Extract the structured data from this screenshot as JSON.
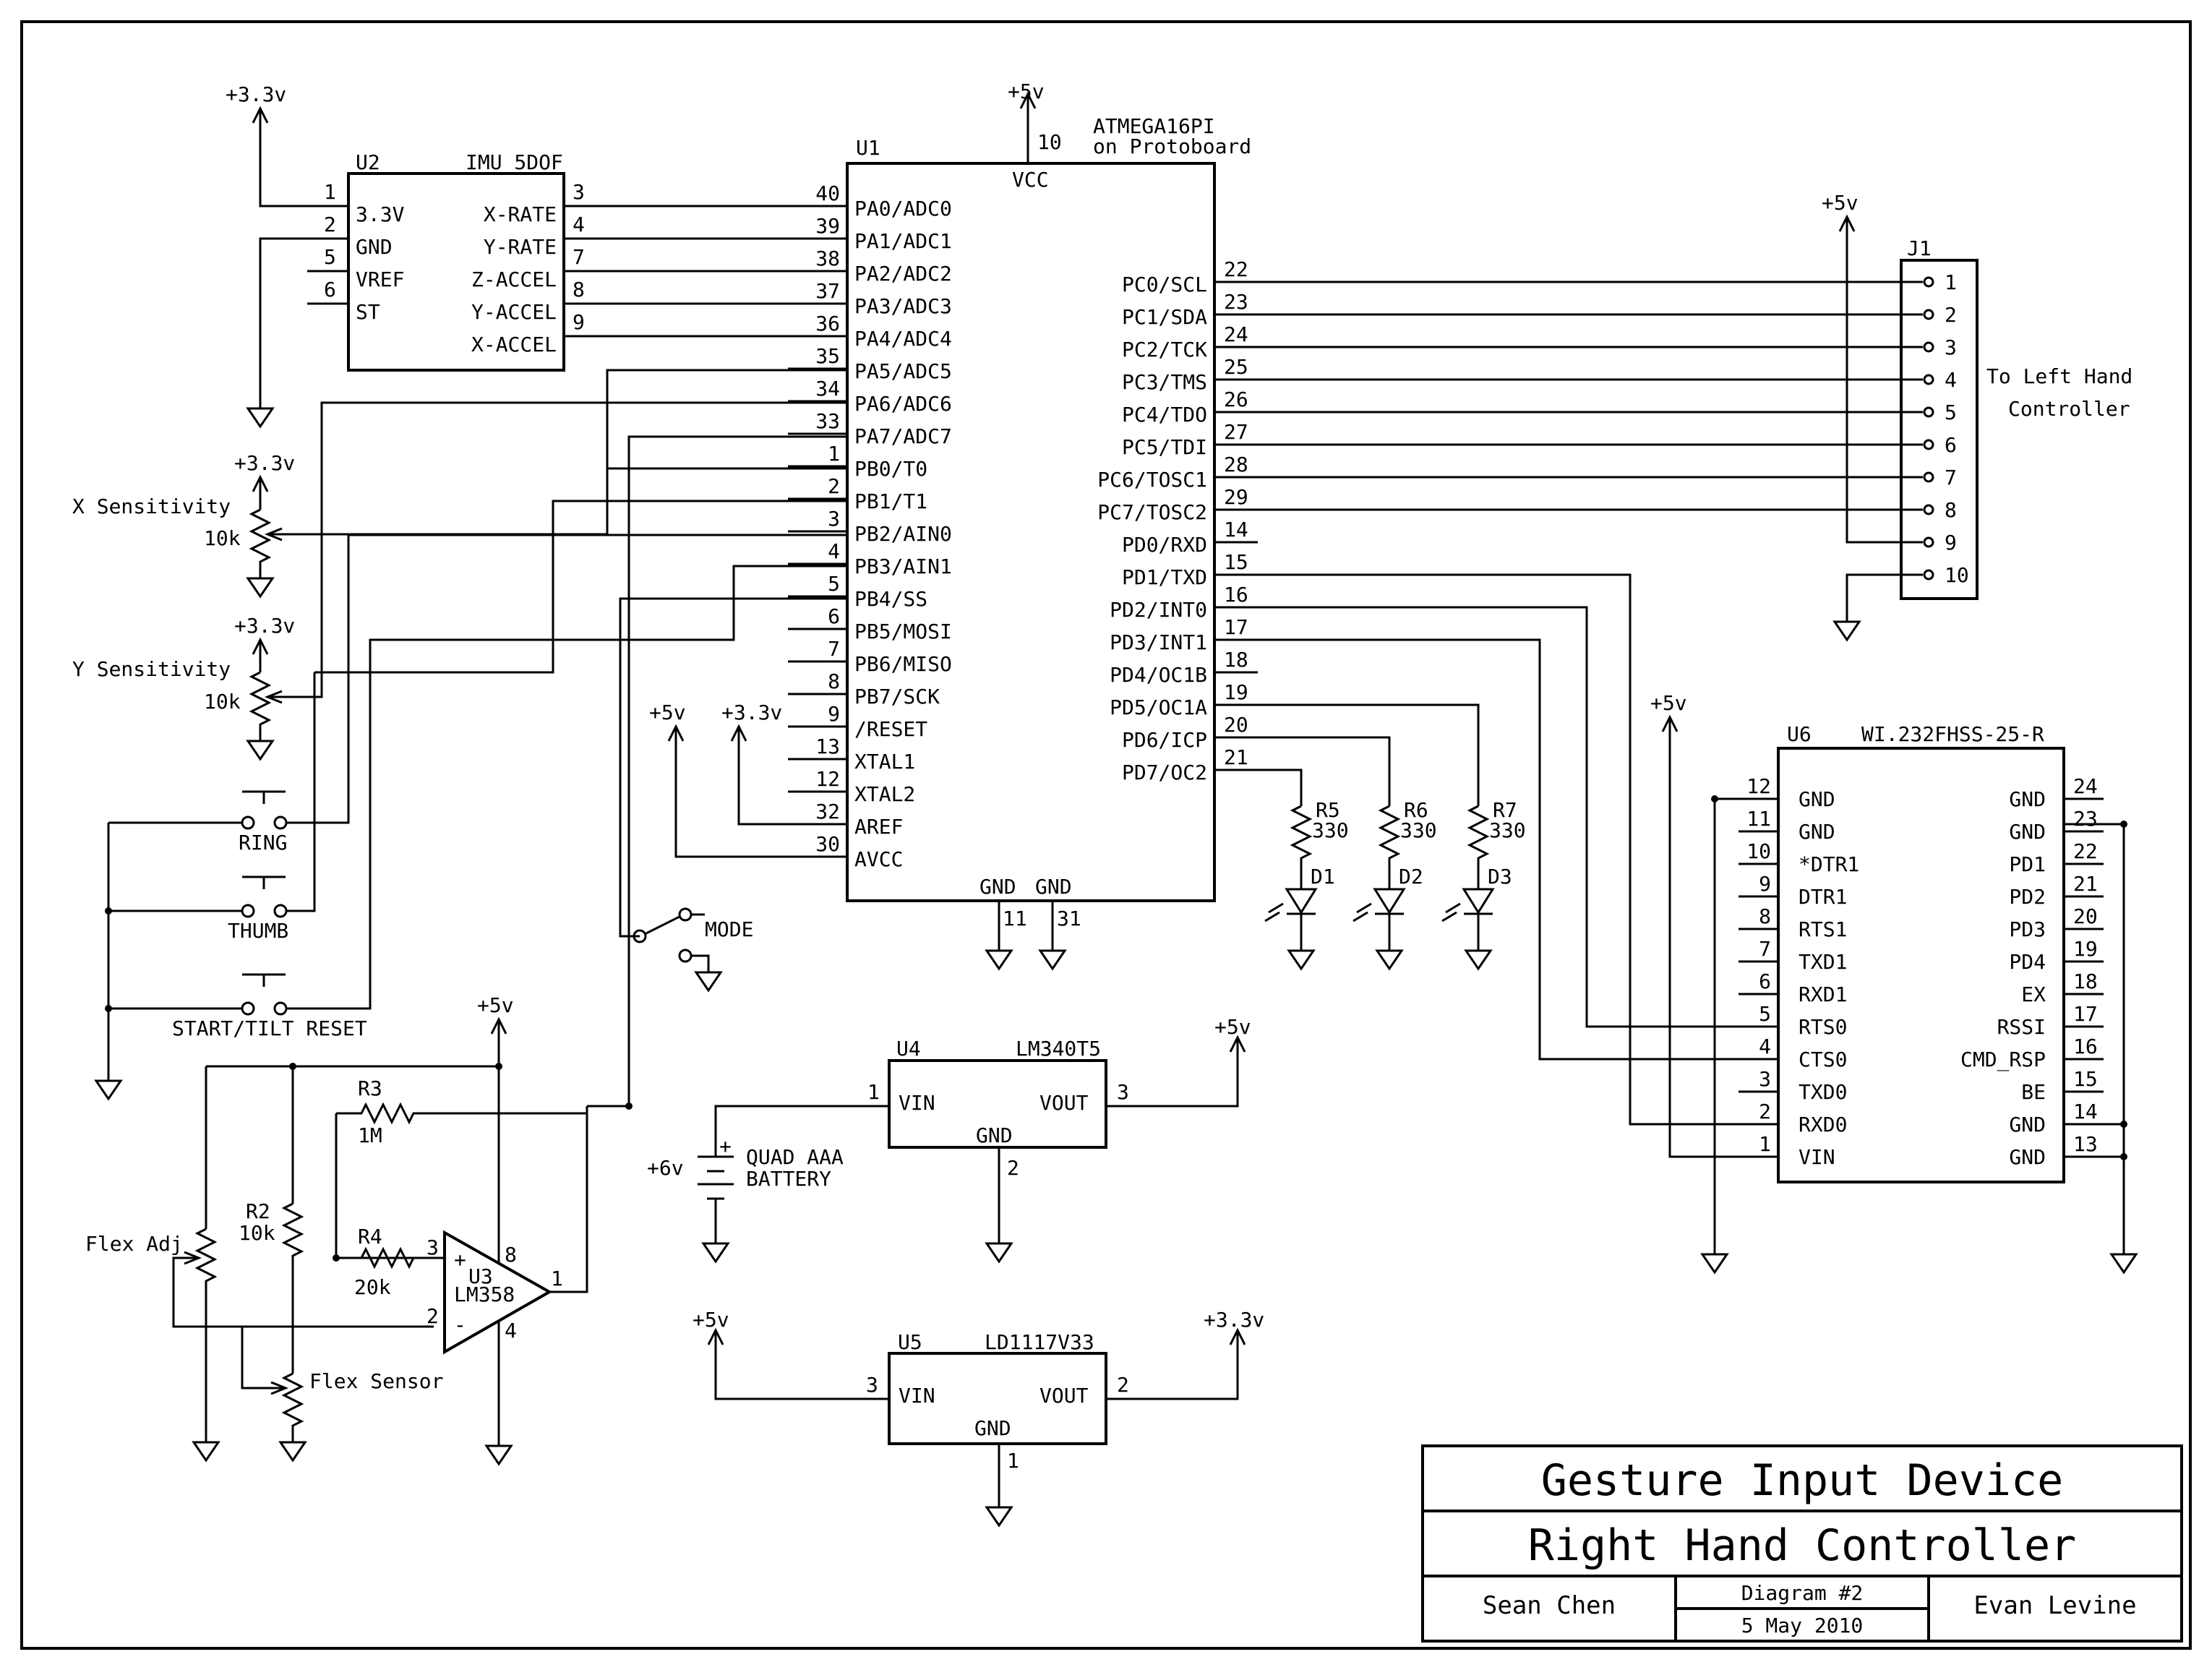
{
  "U1": {
    "ref": "U1",
    "name": "ATMEGA16PI",
    "sub": "on Protoboard",
    "vcc_label": "VCC",
    "vcc_pin": "10",
    "gnd_labels": [
      "GND",
      "GND"
    ],
    "gnd_pins": [
      "11",
      "31"
    ],
    "left_pins": [
      {
        "name": "PA0/ADC0",
        "num": "40"
      },
      {
        "name": "PA1/ADC1",
        "num": "39"
      },
      {
        "name": "PA2/ADC2",
        "num": "38"
      },
      {
        "name": "PA3/ADC3",
        "num": "37"
      },
      {
        "name": "PA4/ADC4",
        "num": "36"
      },
      {
        "name": "PA5/ADC5",
        "num": "35"
      },
      {
        "name": "PA6/ADC6",
        "num": "34"
      },
      {
        "name": "PA7/ADC7",
        "num": "33"
      },
      {
        "name": "PB0/T0",
        "num": "1"
      },
      {
        "name": "PB1/T1",
        "num": "2"
      },
      {
        "name": "PB2/AIN0",
        "num": "3"
      },
      {
        "name": "PB3/AIN1",
        "num": "4"
      },
      {
        "name": "PB4/SS",
        "num": "5"
      },
      {
        "name": "PB5/MOSI",
        "num": "6"
      },
      {
        "name": "PB6/MISO",
        "num": "7"
      },
      {
        "name": "PB7/SCK",
        "num": "8"
      },
      {
        "name": "/RESET",
        "num": "9"
      },
      {
        "name": "XTAL1",
        "num": "13"
      },
      {
        "name": "XTAL2",
        "num": "12"
      },
      {
        "name": "AREF",
        "num": "32"
      },
      {
        "name": "AVCC",
        "num": "30"
      }
    ],
    "right_pins": [
      {
        "name": "PC0/SCL",
        "num": "22"
      },
      {
        "name": "PC1/SDA",
        "num": "23"
      },
      {
        "name": "PC2/TCK",
        "num": "24"
      },
      {
        "name": "PC3/TMS",
        "num": "25"
      },
      {
        "name": "PC4/TDO",
        "num": "26"
      },
      {
        "name": "PC5/TDI",
        "num": "27"
      },
      {
        "name": "PC6/TOSC1",
        "num": "28"
      },
      {
        "name": "PC7/TOSC2",
        "num": "29"
      },
      {
        "name": "PD0/RXD",
        "num": "14"
      },
      {
        "name": "PD1/TXD",
        "num": "15"
      },
      {
        "name": "PD2/INT0",
        "num": "16"
      },
      {
        "name": "PD3/INT1",
        "num": "17"
      },
      {
        "name": "PD4/OC1B",
        "num": "18"
      },
      {
        "name": "PD5/OC1A",
        "num": "19"
      },
      {
        "name": "PD6/ICP",
        "num": "20"
      },
      {
        "name": "PD7/OC2",
        "num": "21"
      }
    ]
  },
  "U2": {
    "ref": "U2",
    "name": "IMU 5DOF",
    "left_pins": [
      {
        "name": "3.3V",
        "num": "1"
      },
      {
        "name": "GND",
        "num": "2"
      },
      {
        "name": "VREF",
        "num": "5"
      },
      {
        "name": "ST",
        "num": "6"
      }
    ],
    "right_pins": [
      {
        "name": "X-RATE",
        "num": "3"
      },
      {
        "name": "Y-RATE",
        "num": "4"
      },
      {
        "name": "Z-ACCEL",
        "num": "7"
      },
      {
        "name": "Y-ACCEL",
        "num": "8"
      },
      {
        "name": "X-ACCEL",
        "num": "9"
      }
    ]
  },
  "J1": {
    "ref": "J1",
    "pins": [
      "1",
      "2",
      "3",
      "4",
      "5",
      "6",
      "7",
      "8",
      "9",
      "10"
    ],
    "note_line1": "To Left Hand",
    "note_line2": "Controller"
  },
  "U6": {
    "ref": "U6",
    "name": "WI.232FHSS-25-R",
    "left_pins": [
      {
        "name": "GND",
        "num": "12"
      },
      {
        "name": "GND",
        "num": "11"
      },
      {
        "name": "*DTR1",
        "num": "10"
      },
      {
        "name": "DTR1",
        "num": "9"
      },
      {
        "name": "RTS1",
        "num": "8"
      },
      {
        "name": "TXD1",
        "num": "7"
      },
      {
        "name": "RXD1",
        "num": "6"
      },
      {
        "name": "RTS0",
        "num": "5"
      },
      {
        "name": "CTS0",
        "num": "4"
      },
      {
        "name": "TXD0",
        "num": "3"
      },
      {
        "name": "RXD0",
        "num": "2"
      },
      {
        "name": "VIN",
        "num": "1"
      }
    ],
    "right_pins": [
      {
        "name": "GND",
        "num": "24"
      },
      {
        "name": "GND",
        "num": "23"
      },
      {
        "name": "PD1",
        "num": "22"
      },
      {
        "name": "PD2",
        "num": "21"
      },
      {
        "name": "PD3",
        "num": "20"
      },
      {
        "name": "PD4",
        "num": "19"
      },
      {
        "name": "EX",
        "num": "18"
      },
      {
        "name": "RSSI",
        "num": "17"
      },
      {
        "name": "CMD_RSP",
        "num": "16"
      },
      {
        "name": "BE",
        "num": "15"
      },
      {
        "name": "GND",
        "num": "14"
      },
      {
        "name": "GND",
        "num": "13"
      }
    ]
  },
  "U4": {
    "ref": "U4",
    "name": "LM340T5",
    "vin": "VIN",
    "vout": "VOUT",
    "gnd": "GND",
    "pin_in": "1",
    "pin_out": "3",
    "pin_gnd": "2"
  },
  "U5": {
    "ref": "U5",
    "name": "LD1117V33",
    "vin": "VIN",
    "vout": "VOUT",
    "gnd": "GND",
    "pin_in": "3",
    "pin_out": "2",
    "pin_gnd": "1"
  },
  "U3": {
    "ref": "U3",
    "name": "LM358",
    "pin_plus": "3",
    "pin_minus": "2",
    "pin_out": "1",
    "pin_vcc": "8",
    "pin_gnd": "4",
    "plus": "+",
    "minus": "-"
  },
  "rails": {
    "v33": "+3.3v",
    "v5": "+5v",
    "v6": "+6v"
  },
  "pots": {
    "x_label": "X Sensitivity",
    "x_value": "10k",
    "y_label": "Y Sensitivity",
    "y_value": "10k",
    "flex_adj": "Flex Adj",
    "flex_sensor": "Flex Sensor"
  },
  "buttons": {
    "ring": "RING",
    "thumb": "THUMB",
    "start": "START/TILT RESET",
    "mode": "MODE"
  },
  "resistors": {
    "R2": {
      "ref": "R2",
      "value": "10k"
    },
    "R3": {
      "ref": "R3",
      "value": "1M"
    },
    "R4": {
      "ref": "R4",
      "value": "20k"
    },
    "R5": {
      "ref": "R5",
      "value": "330"
    },
    "R6": {
      "ref": "R6",
      "value": "330"
    },
    "R7": {
      "ref": "R7",
      "value": "330"
    }
  },
  "leds": [
    "D1",
    "D2",
    "D3"
  ],
  "battery": {
    "line1": "QUAD AAA",
    "line2": "BATTERY",
    "plus": "+"
  },
  "title_block": {
    "title": "Gesture Input Device",
    "subtitle": "Right Hand Controller",
    "author1": "Sean Chen",
    "diagram": "Diagram #2",
    "date": "5 May 2010",
    "author2": "Evan Levine"
  }
}
